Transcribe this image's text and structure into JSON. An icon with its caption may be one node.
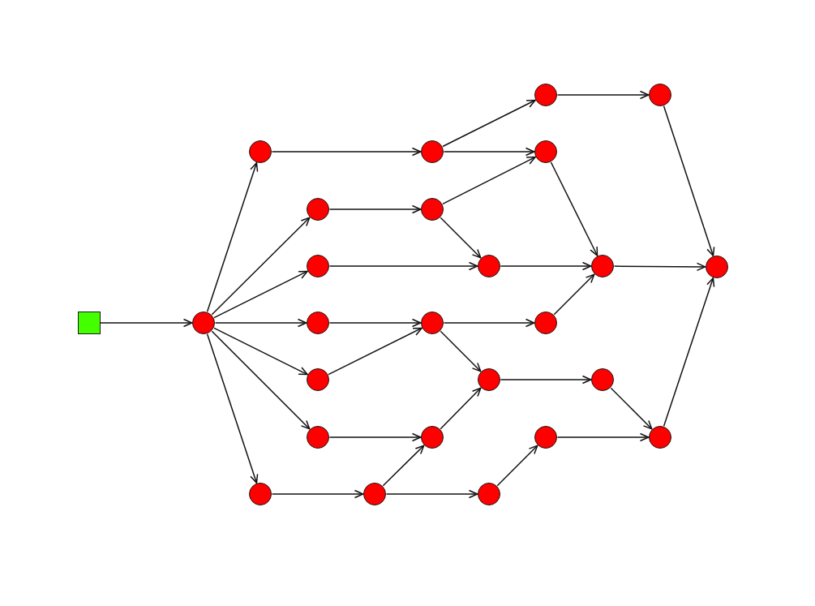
{
  "diagram": {
    "nodes": [
      {
        "text": [],
        "shape": "box"
      },
      {
        "text": [],
        "shape": "circle"
      },
      {
        "text": [],
        "shape": "circle"
      },
      {
        "text": [],
        "shape": "circle"
      },
      {
        "text": [],
        "shape": "circle"
      },
      {
        "text": [],
        "shape": "circle"
      },
      {
        "text": [],
        "shape": "circle"
      },
      {
        "text": [],
        "shape": "circle"
      },
      {
        "text": [],
        "shape": "circle"
      },
      {
        "text": [],
        "shape": "circle"
      },
      {
        "text": [],
        "shape": "circle"
      },
      {
        "text": [],
        "shape": "circle"
      },
      {
        "text": [],
        "shape": "circle"
      },
      {
        "text": [],
        "shape": "circle"
      },
      {
        "text": [],
        "shape": "circle"
      },
      {
        "text": [],
        "shape": "circle"
      },
      {
        "text": [],
        "shape": "circle"
      },
      {
        "text": [],
        "shape": "circle"
      },
      {
        "text": [],
        "shape": "circle"
      },
      {
        "text": [],
        "shape": "circle"
      },
      {
        "text": [],
        "shape": "circle"
      },
      {
        "text": [],
        "shape": "circle"
      },
      {
        "text": [],
        "shape": "circle"
      },
      {
        "text": [],
        "shape": "circle"
      },
      {
        "text": [],
        "shape": "circle"
      },
      {
        "text": [],
        "shape": "circle"
      }
    ],
    "edges": [
      {
        "from": 0,
        "to": 1,
        "arrow": "to"
      },
      {
        "from": 1,
        "to": 2,
        "arrow": "to"
      },
      {
        "from": 1,
        "to": 4,
        "arrow": "to"
      },
      {
        "from": 1,
        "to": 5,
        "arrow": "to"
      },
      {
        "from": 1,
        "to": 6,
        "arrow": "to"
      },
      {
        "from": 1,
        "to": 7,
        "arrow": "to"
      },
      {
        "from": 1,
        "to": 8,
        "arrow": "to"
      },
      {
        "from": 1,
        "to": 3,
        "arrow": "to"
      },
      {
        "from": 2,
        "to": 10,
        "arrow": "to"
      },
      {
        "from": 4,
        "to": 11,
        "arrow": "to"
      },
      {
        "from": 5,
        "to": 14,
        "arrow": "to"
      },
      {
        "from": 6,
        "to": 12,
        "arrow": "to"
      },
      {
        "from": 7,
        "to": 12,
        "arrow": "to"
      },
      {
        "from": 8,
        "to": 13,
        "arrow": "to"
      },
      {
        "from": 3,
        "to": 9,
        "arrow": "to"
      },
      {
        "from": 9,
        "to": 13,
        "arrow": "to"
      },
      {
        "from": 9,
        "to": 16,
        "arrow": "to"
      },
      {
        "from": 10,
        "to": 17,
        "arrow": "to"
      },
      {
        "from": 10,
        "to": 18,
        "arrow": "to"
      },
      {
        "from": 11,
        "to": 18,
        "arrow": "to"
      },
      {
        "from": 11,
        "to": 14,
        "arrow": "to"
      },
      {
        "from": 12,
        "to": 19,
        "arrow": "to"
      },
      {
        "from": 12,
        "to": 15,
        "arrow": "to"
      },
      {
        "from": 13,
        "to": 15,
        "arrow": "to"
      },
      {
        "from": 14,
        "to": 21,
        "arrow": "to"
      },
      {
        "from": 15,
        "to": 22,
        "arrow": "to"
      },
      {
        "from": 16,
        "to": 20,
        "arrow": "to"
      },
      {
        "from": 17,
        "to": 23,
        "arrow": "to"
      },
      {
        "from": 18,
        "to": 21,
        "arrow": "to"
      },
      {
        "from": 19,
        "to": 21,
        "arrow": "to"
      },
      {
        "from": 20,
        "to": 24,
        "arrow": "to"
      },
      {
        "from": 22,
        "to": 24,
        "arrow": "to"
      },
      {
        "from": 21,
        "to": 25,
        "arrow": "to"
      },
      {
        "from": 23,
        "to": 25,
        "arrow": "to"
      },
      {
        "from": 24,
        "to": 25,
        "arrow": "to"
      }
    ]
  }
}
